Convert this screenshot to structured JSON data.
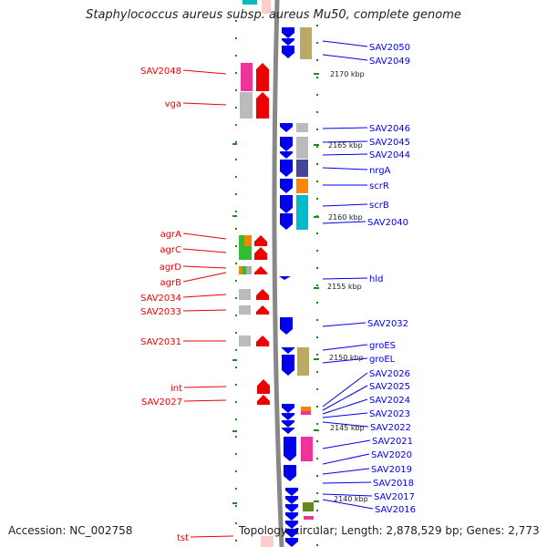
{
  "title": "Staphylococcus aureus subsp. aureus Mu50, complete genome",
  "footer": {
    "accession": "Accession: NC_002758",
    "topology": "Topology: circular; Length: 2,878,529 bp; Genes: 2,773"
  },
  "colors": {
    "forward": "#ee0000",
    "reverse": "#0000ee",
    "backbone": "#888888",
    "tick": "#228822"
  },
  "scale_labels": [
    "2170 kbp",
    "2165 kbp",
    "2160 kbp",
    "2155 kbp",
    "2150 kbp",
    "2145 kbp",
    "2140 kbp"
  ],
  "left_genes": [
    "SAV2048",
    "vga",
    "agrA",
    "agrC",
    "agrD",
    "agrB",
    "SAV2034",
    "SAV2033",
    "SAV2031",
    "int",
    "SAV2027",
    "tst"
  ],
  "right_genes": [
    "SAV2050",
    "SAV2049",
    "SAV2046",
    "SAV2045",
    "SAV2044",
    "nrgA",
    "scrR",
    "scrB",
    "SAV2040",
    "hld",
    "SAV2032",
    "groES",
    "groEL",
    "SAV2026",
    "SAV2025",
    "SAV2024",
    "SAV2023",
    "SAV2022",
    "SAV2021",
    "SAV2020",
    "SAV2019",
    "SAV2018",
    "SAV2017",
    "SAV2016"
  ]
}
